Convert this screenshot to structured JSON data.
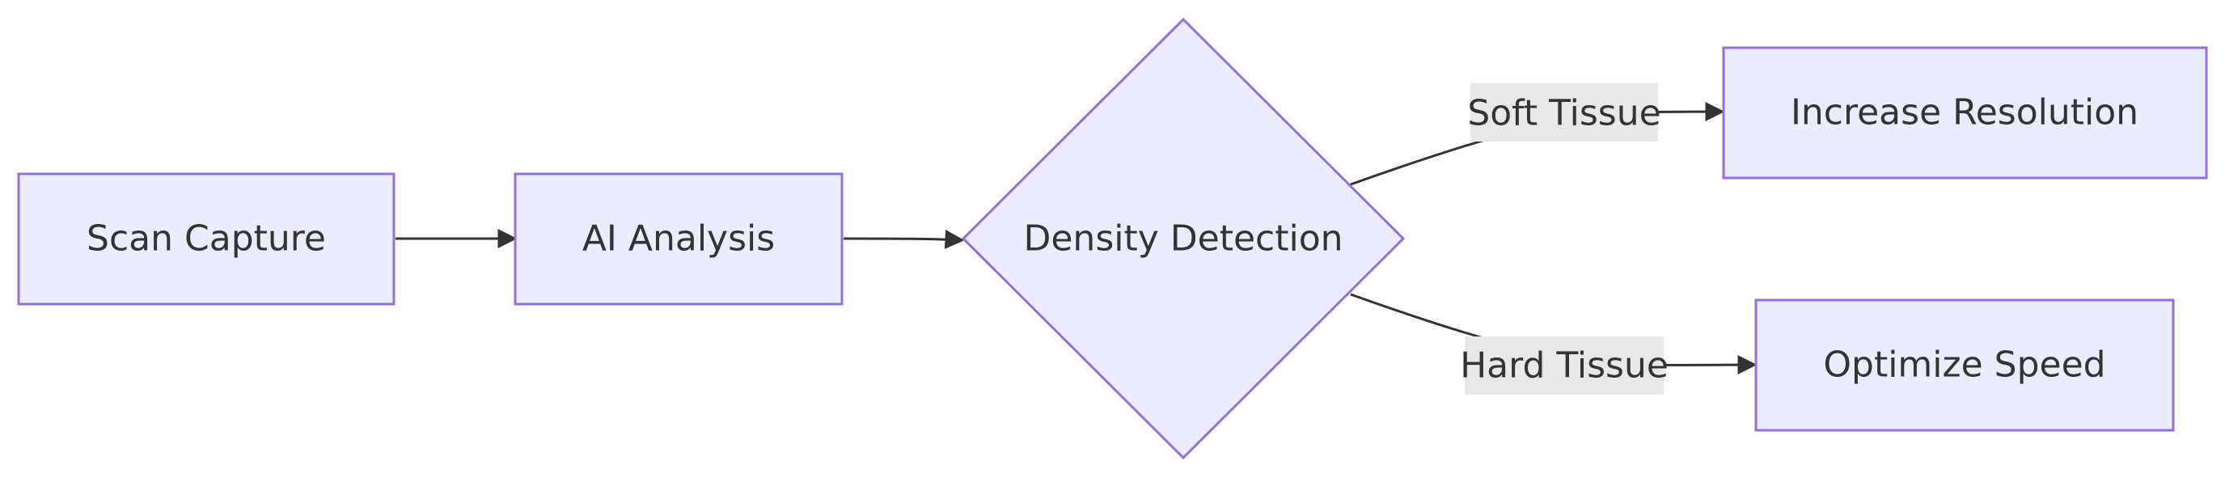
{
  "colors": {
    "node_fill": "#ececff",
    "node_stroke": "#9370db",
    "edge": "#333333",
    "edge_label_bg": "#e8e8e8",
    "text": "#333333"
  },
  "nodes": {
    "scan_capture": {
      "label": "Scan Capture",
      "shape": "rectangle"
    },
    "ai_analysis": {
      "label": "AI Analysis",
      "shape": "rectangle"
    },
    "density_detection": {
      "label": "Density Detection",
      "shape": "diamond"
    },
    "increase_resolution": {
      "label": "Increase Resolution",
      "shape": "rectangle"
    },
    "optimize_speed": {
      "label": "Optimize Speed",
      "shape": "rectangle"
    }
  },
  "edges": [
    {
      "from": "Scan Capture",
      "to": "AI Analysis",
      "label": ""
    },
    {
      "from": "AI Analysis",
      "to": "Density Detection",
      "label": ""
    },
    {
      "from": "Density Detection",
      "to": "Increase Resolution",
      "label": "Soft Tissue"
    },
    {
      "from": "Density Detection",
      "to": "Optimize Speed",
      "label": "Hard Tissue"
    }
  ]
}
